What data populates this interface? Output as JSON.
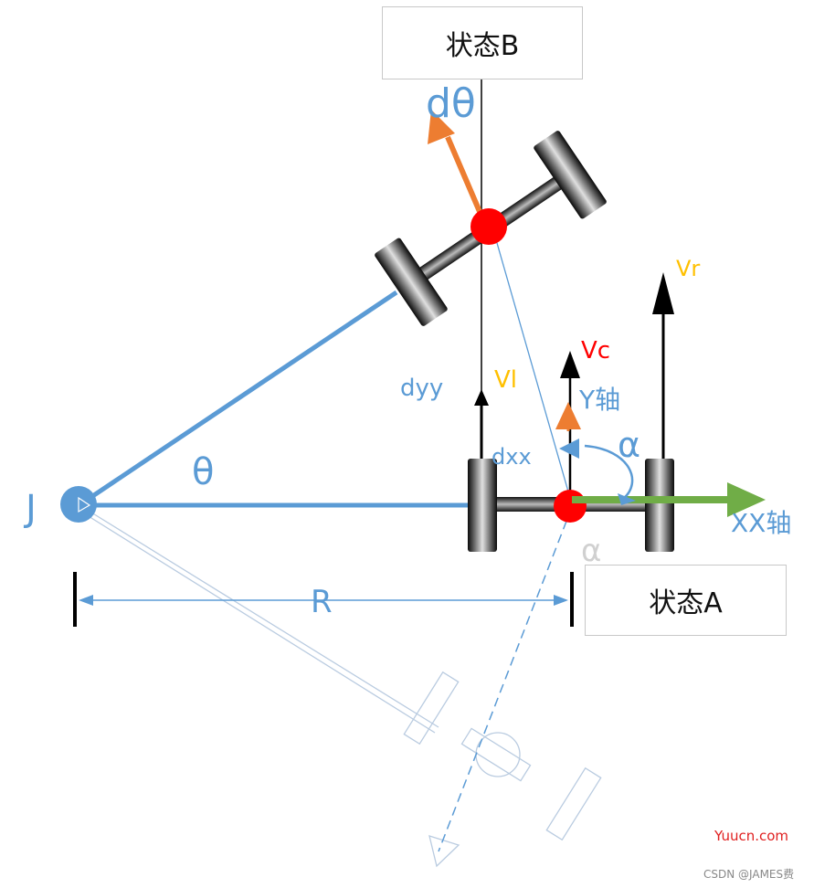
{
  "labels": {
    "state_b": "状态B",
    "state_a": "状态A",
    "d_theta": "dθ",
    "vr": "Vr",
    "vc": "Vc",
    "vl": "Vl",
    "dyy": "dyy",
    "y_axis": "Y轴",
    "dxx": "dxx",
    "alpha_main": "α",
    "alpha_ghost": "α",
    "x_axis": "XX轴",
    "theta": "θ",
    "pivot": "J",
    "radius": "R"
  },
  "watermarks": {
    "site": "Yuucn.com",
    "author": "CSDN @JAMES费"
  },
  "colors": {
    "blue": "#5b9bd5",
    "light_blue": "#9fc4e6",
    "green": "#70ad47",
    "orange": "#ed7d31",
    "red": "#ff0000",
    "amber": "#ffc000",
    "black": "#000000",
    "watermark_red": "#e02020",
    "watermark_gray": "#888888"
  }
}
